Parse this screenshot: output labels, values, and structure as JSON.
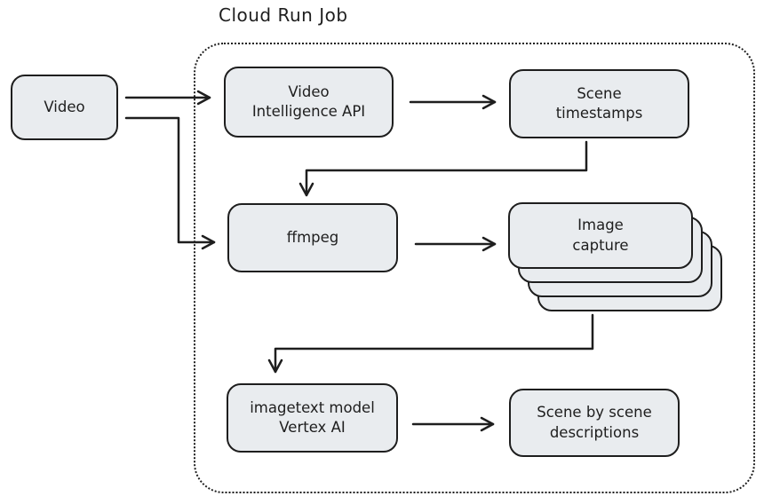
{
  "title": "Cloud Run Job",
  "colors": {
    "stroke": "#1e1e1e",
    "node_fill": "#e9ecef",
    "background": "#ffffff"
  },
  "nodes": {
    "video": {
      "label": "Video"
    },
    "video_intelligence_api": {
      "label": "Video\nIntelligence API"
    },
    "scene_timestamps": {
      "label": "Scene\ntimestamps"
    },
    "ffmpeg": {
      "label": "ffmpeg"
    },
    "image_capture": {
      "label": "Image\ncapture",
      "stack_count": 4
    },
    "imagetext_vertex": {
      "label": "imagetext model\nVertex AI"
    },
    "scene_descriptions": {
      "label": "Scene by scene\ndescriptions"
    }
  },
  "edges": [
    {
      "from": "Video",
      "to": "Video Intelligence API"
    },
    {
      "from": "Video",
      "to": "ffmpeg"
    },
    {
      "from": "Video Intelligence API",
      "to": "Scene timestamps"
    },
    {
      "from": "Scene timestamps",
      "to": "ffmpeg"
    },
    {
      "from": "ffmpeg",
      "to": "Image capture"
    },
    {
      "from": "Image capture",
      "to": "imagetext model Vertex AI"
    },
    {
      "from": "imagetext model Vertex AI",
      "to": "Scene by scene descriptions"
    }
  ]
}
